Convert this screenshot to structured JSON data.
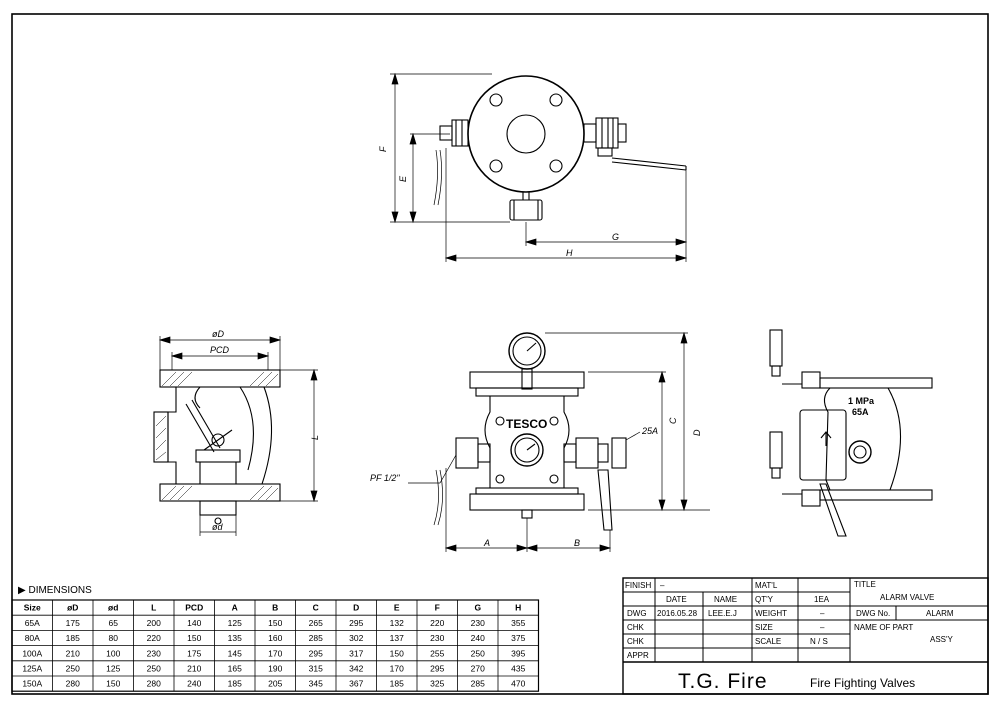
{
  "drawing": {
    "view_labels": {
      "F": "F",
      "E": "E",
      "G": "G",
      "H": "H",
      "phiD": "øD",
      "PCD": "PCD",
      "L": "L",
      "phid": "ød",
      "C": "C",
      "D": "D",
      "A": "A",
      "B": "B",
      "pf": "PF 1/2\"",
      "a25": "25A"
    },
    "body_marks": {
      "brand": "TESCO",
      "pressure": "1 MPa",
      "size": "65A"
    }
  },
  "dimensions": {
    "heading": "▶ DIMENSIONS",
    "columns": [
      "Size",
      "øD",
      "ød",
      "L",
      "PCD",
      "A",
      "B",
      "C",
      "D",
      "E",
      "F",
      "G",
      "H"
    ],
    "rows": [
      [
        "65A",
        "175",
        "65",
        "200",
        "140",
        "125",
        "150",
        "265",
        "295",
        "132",
        "220",
        "230",
        "355"
      ],
      [
        "80A",
        "185",
        "80",
        "220",
        "150",
        "135",
        "160",
        "285",
        "302",
        "137",
        "230",
        "240",
        "375"
      ],
      [
        "100A",
        "210",
        "100",
        "230",
        "175",
        "145",
        "170",
        "295",
        "317",
        "150",
        "255",
        "250",
        "395"
      ],
      [
        "125A",
        "250",
        "125",
        "250",
        "210",
        "165",
        "190",
        "315",
        "342",
        "170",
        "295",
        "270",
        "435"
      ],
      [
        "150A",
        "280",
        "150",
        "280",
        "240",
        "185",
        "205",
        "345",
        "367",
        "185",
        "325",
        "285",
        "470"
      ]
    ]
  },
  "title_block": {
    "finish_label": "FINISH",
    "finish_value": "–",
    "date_label": "DATE",
    "name_label": "NAME",
    "dwg_label": "DWG",
    "dwg_date": "2016.05.28",
    "dwg_name": "LEE.E.J",
    "chk_label": "CHK",
    "chk2_label": "CHK",
    "appr_label": "APPR",
    "matl_label": "MAT'L",
    "qty_label": "QT'Y",
    "qty_value": "1EA",
    "weight_label": "WEIGHT",
    "weight_value": "–",
    "size_label": "SIZE",
    "size_value": "–",
    "scale_label": "SCALE",
    "scale_value": "N / S",
    "title_label": "TITLE",
    "title_value": "ALARM VALVE",
    "dwgno_label": "DWG No.",
    "dwgno_value": "ALARM",
    "part_label": "NAME OF PART",
    "part_value": "ASS'Y",
    "company": "T.G. Fire",
    "tagline": "Fire Fighting Valves"
  }
}
